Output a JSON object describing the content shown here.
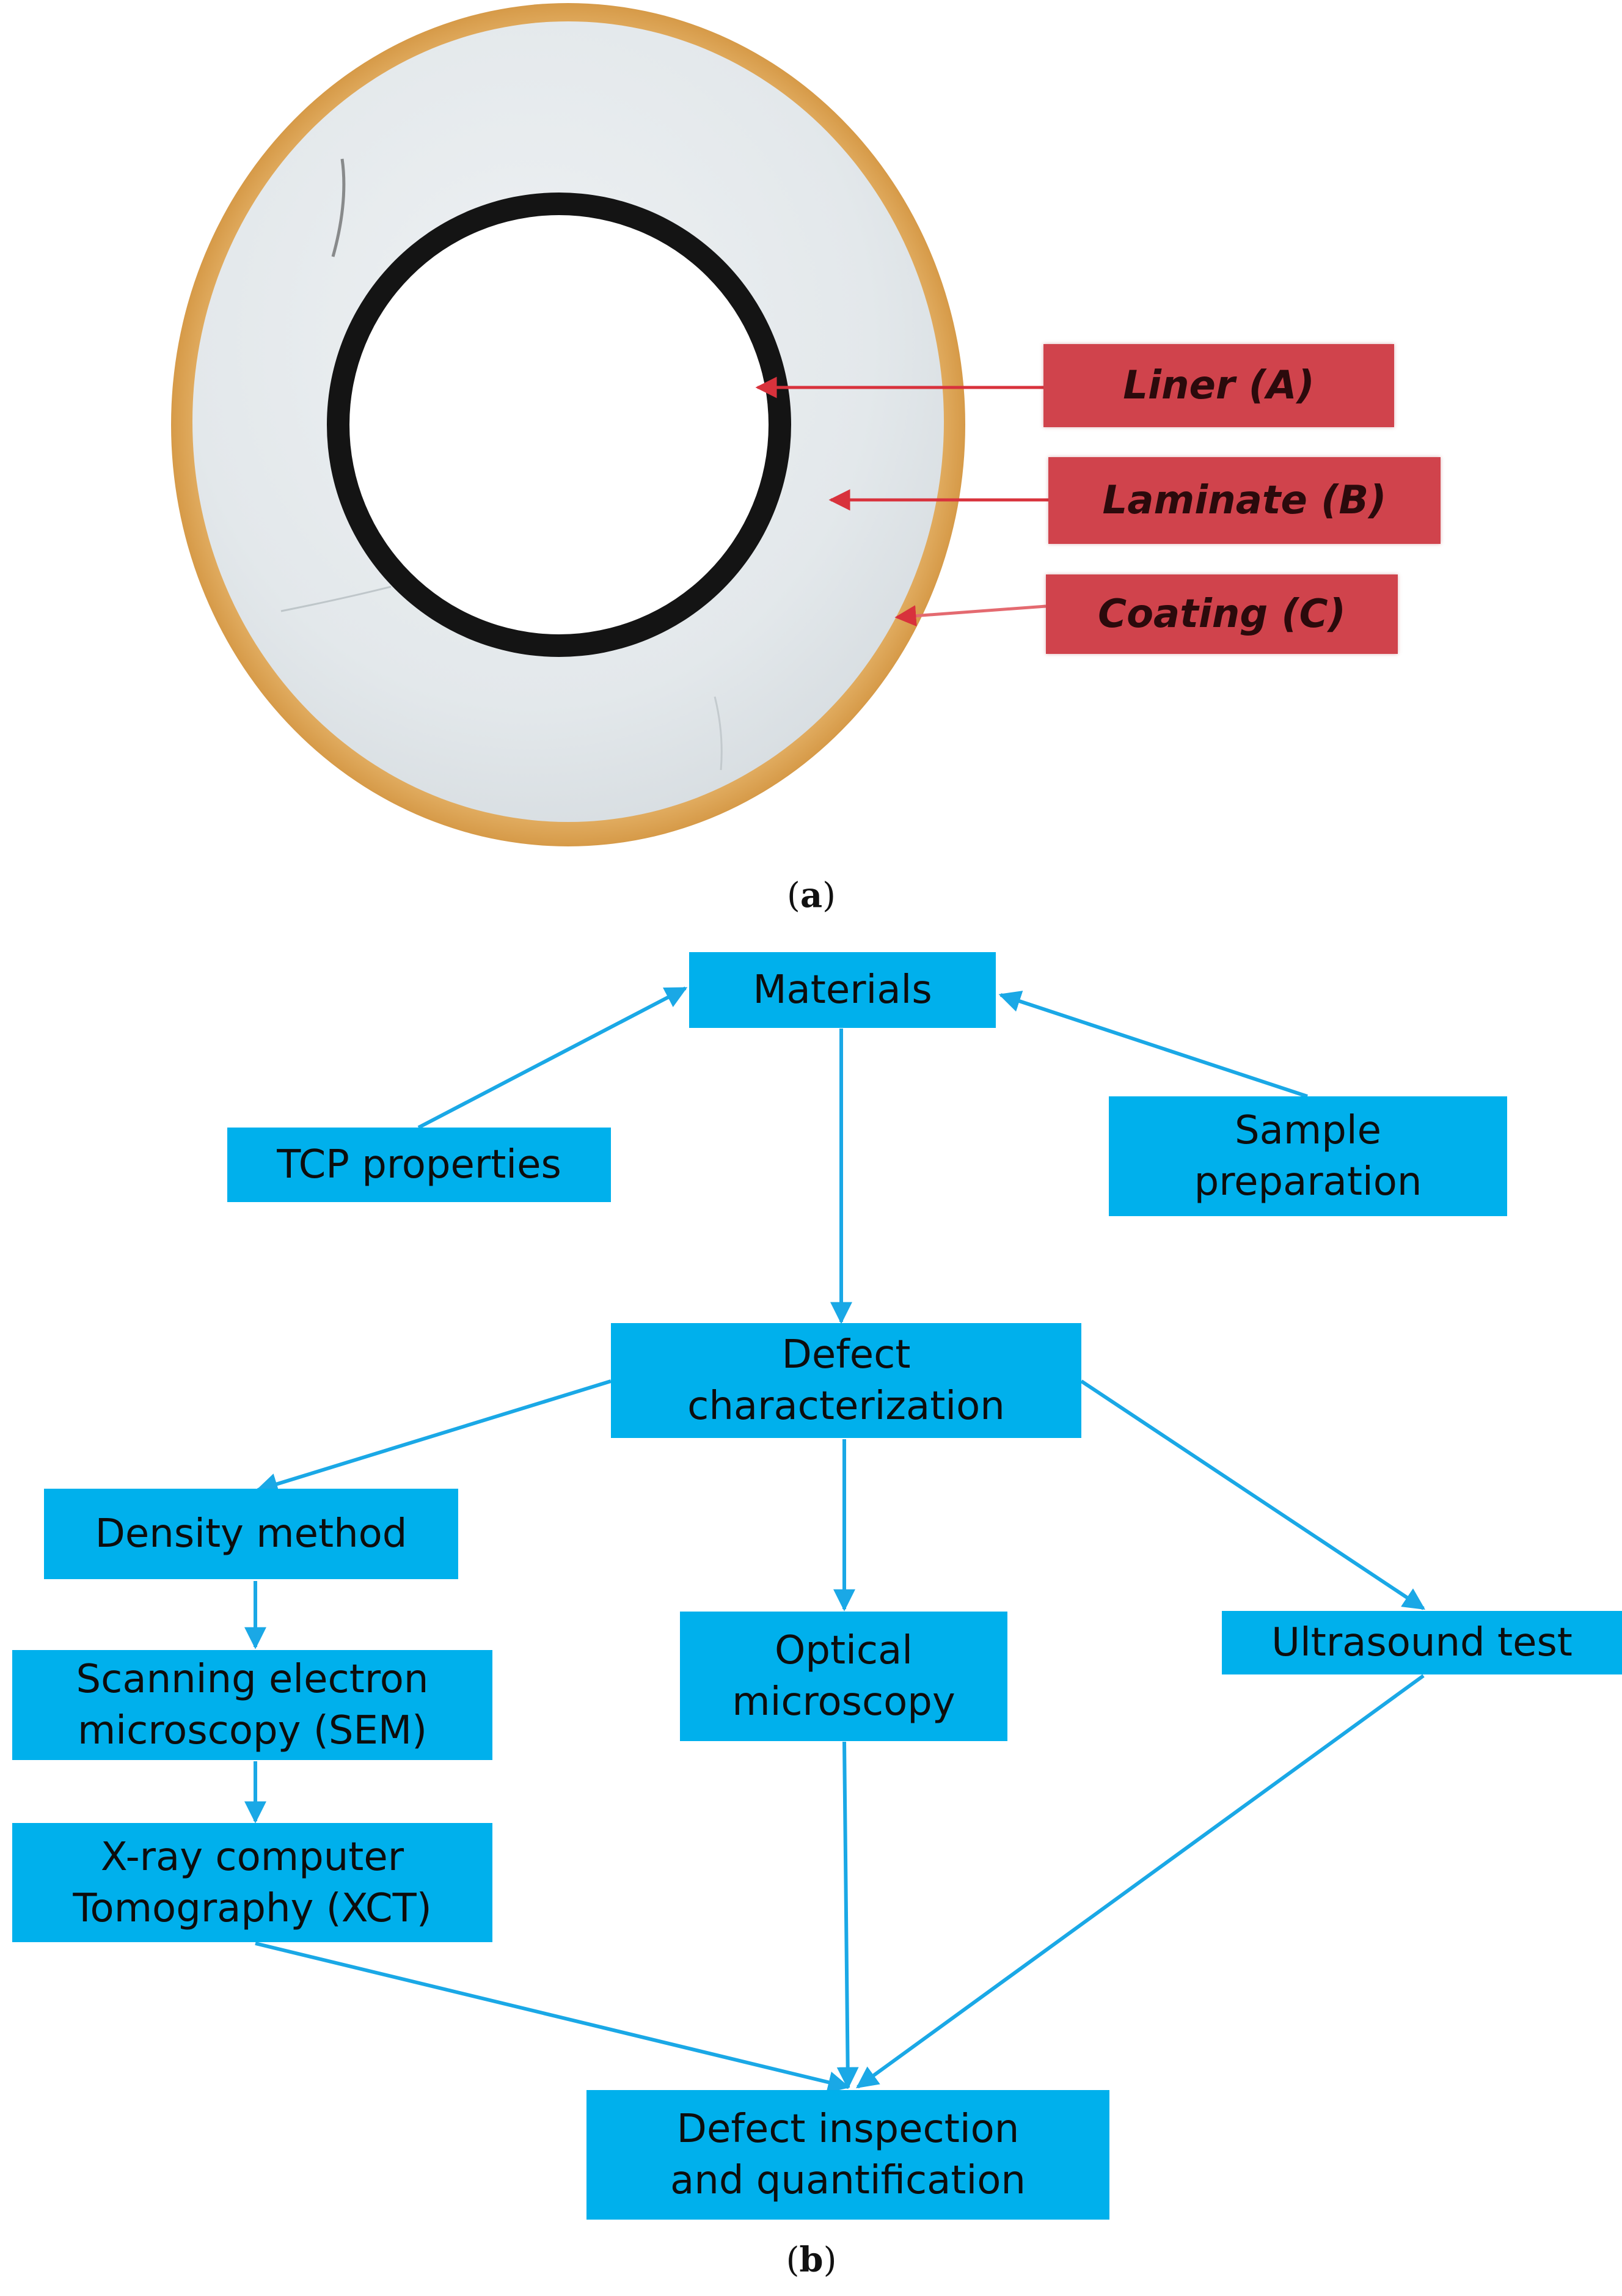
{
  "panel_a": {
    "labels": {
      "liner": "Liner (A)",
      "laminate": "Laminate (B)",
      "coating": "Coating (C)"
    },
    "caption_letter": "a",
    "colors": {
      "label_fill": "#d0434c",
      "arrow": "#d8323c",
      "coating_ring": "#e3b269",
      "laminate": "#e7ebee",
      "liner": "#141414"
    }
  },
  "panel_b": {
    "nodes": {
      "materials": "Materials",
      "tcp_properties": "TCP properties",
      "sample_preparation": "Sample\npreparation",
      "defect_characterization": "Defect\ncharacterization",
      "density_method": "Density method",
      "sem": "Scanning electron\nmicroscopy (SEM)",
      "xct": "X-ray computer\nTomography (XCT)",
      "optical_microscopy": "Optical\nmicroscopy",
      "ultrasound_test": "Ultrasound test",
      "defect_inspection": "Defect inspection\nand quantification"
    },
    "caption_letter": "b",
    "colors": {
      "box_fill": "#00b0ec",
      "arrow": "#1aa8e6"
    }
  }
}
